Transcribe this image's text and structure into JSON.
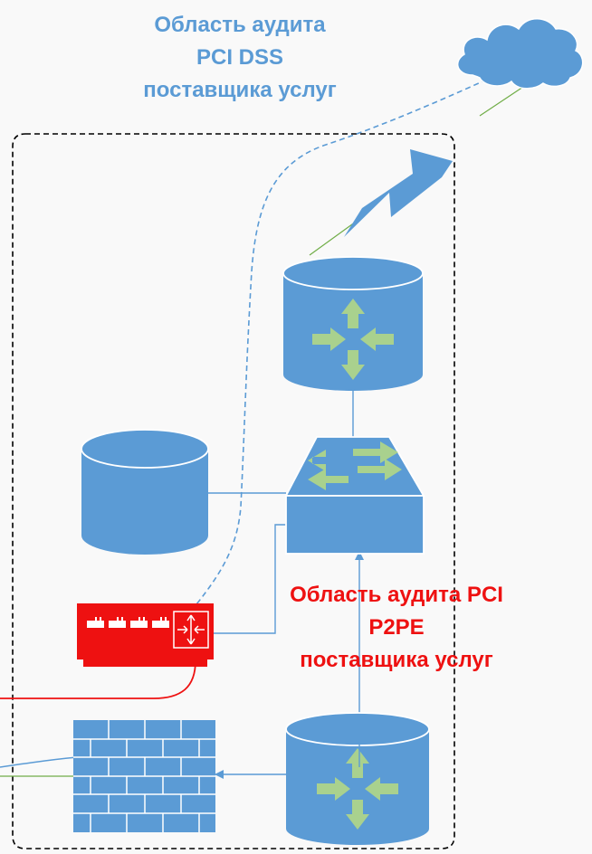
{
  "labels": {
    "dss_scope": {
      "lines": [
        "Область аудита",
        "PCI DSS",
        "поставщика услуг"
      ],
      "color": "#5b9bd5"
    },
    "p2pe_scope": {
      "lines": [
        "Область аудита PCI",
        "P2PE",
        "поставщика услуг"
      ],
      "color": "#ee1111"
    }
  },
  "colors": {
    "background": "#f9f9f9",
    "device_blue": "#5b9bd5",
    "device_outline": "#ffffff",
    "arrow_green": "#a9d18e",
    "link_green": "#70ad47",
    "hsm_red": "#ee1111",
    "boundary": "#000000"
  },
  "devices": {
    "internet": "cloud-icon",
    "wan_link": "lightning-bolt-icon",
    "top_router": "router-icon",
    "switch": "switch-icon",
    "database": "database-icon",
    "hsm": "hsm-device-icon",
    "firewall": "firewall-icon",
    "bottom_router": "router-icon"
  }
}
